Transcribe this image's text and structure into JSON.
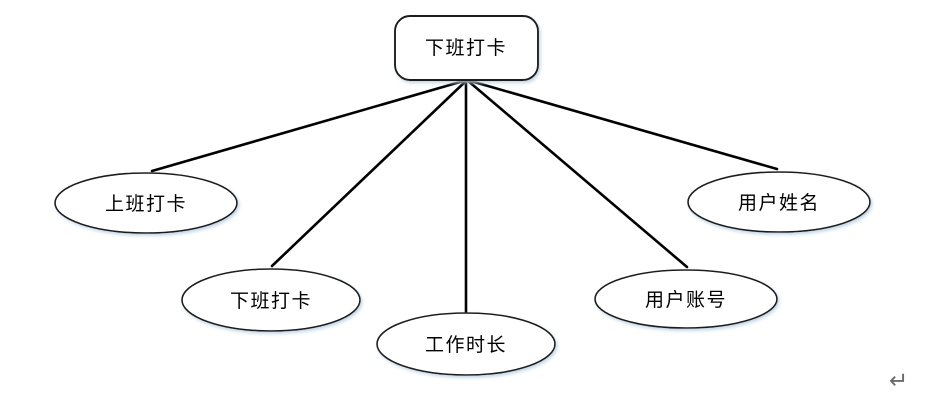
{
  "diagram": {
    "root": {
      "label": "下班打卡",
      "shape": "rounded-rectangle"
    },
    "attributes": [
      {
        "label": "上班打卡",
        "shape": "ellipse"
      },
      {
        "label": "下班打卡",
        "shape": "ellipse"
      },
      {
        "label": "工作时长",
        "shape": "ellipse"
      },
      {
        "label": "用户账号",
        "shape": "ellipse"
      },
      {
        "label": "用户姓名",
        "shape": "ellipse"
      }
    ],
    "edges": [
      {
        "from": "下班打卡",
        "to": "上班打卡"
      },
      {
        "from": "下班打卡",
        "to": "下班打卡"
      },
      {
        "from": "下班打卡",
        "to": "工作时长"
      },
      {
        "from": "下班打卡",
        "to": "用户账号"
      },
      {
        "from": "下班打卡",
        "to": "用户姓名"
      }
    ]
  },
  "colors": {
    "background": "#ffffff",
    "node_stroke": "#1c1c1c",
    "line": "#000000",
    "text": "#000000",
    "shadow": "#bcd0e4",
    "return_mark": "#6b6b6b"
  },
  "page": {
    "return_mark": "↵"
  }
}
